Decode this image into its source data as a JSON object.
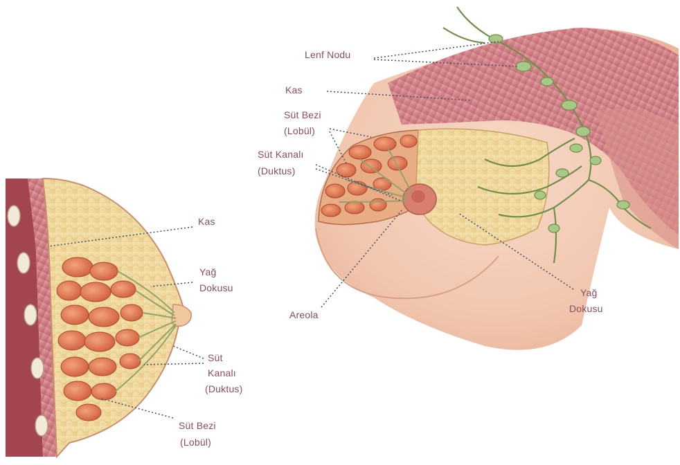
{
  "labels": {
    "side": {
      "kas": "Kas",
      "yag_1": "Yağ",
      "yag_2": "Dokusu",
      "kanal_1": "Süt",
      "kanal_2": "Kanalı",
      "kanal_3": "(Duktus)",
      "bezi_1": "Süt Bezi",
      "bezi_2": "(Lobül)"
    },
    "front": {
      "lenf": "Lenf Nodu",
      "kas": "Kas",
      "bezi_1": "Süt Bezi",
      "bezi_2": "(Lobül)",
      "kanal_1": "Süt Kanalı",
      "kanal_2": "(Duktus)",
      "areola": "Areola",
      "yag_1": "Yağ",
      "yag_2": "Dokusu"
    }
  },
  "colors": {
    "label_text": "#8c4a62",
    "leader_line": "#3d4b6b",
    "skin": "#f4cdb8",
    "fat": "#f1dba0",
    "muscle": "#c9707a",
    "lobule": "#e07a55",
    "lymph": "#9cbd78"
  }
}
